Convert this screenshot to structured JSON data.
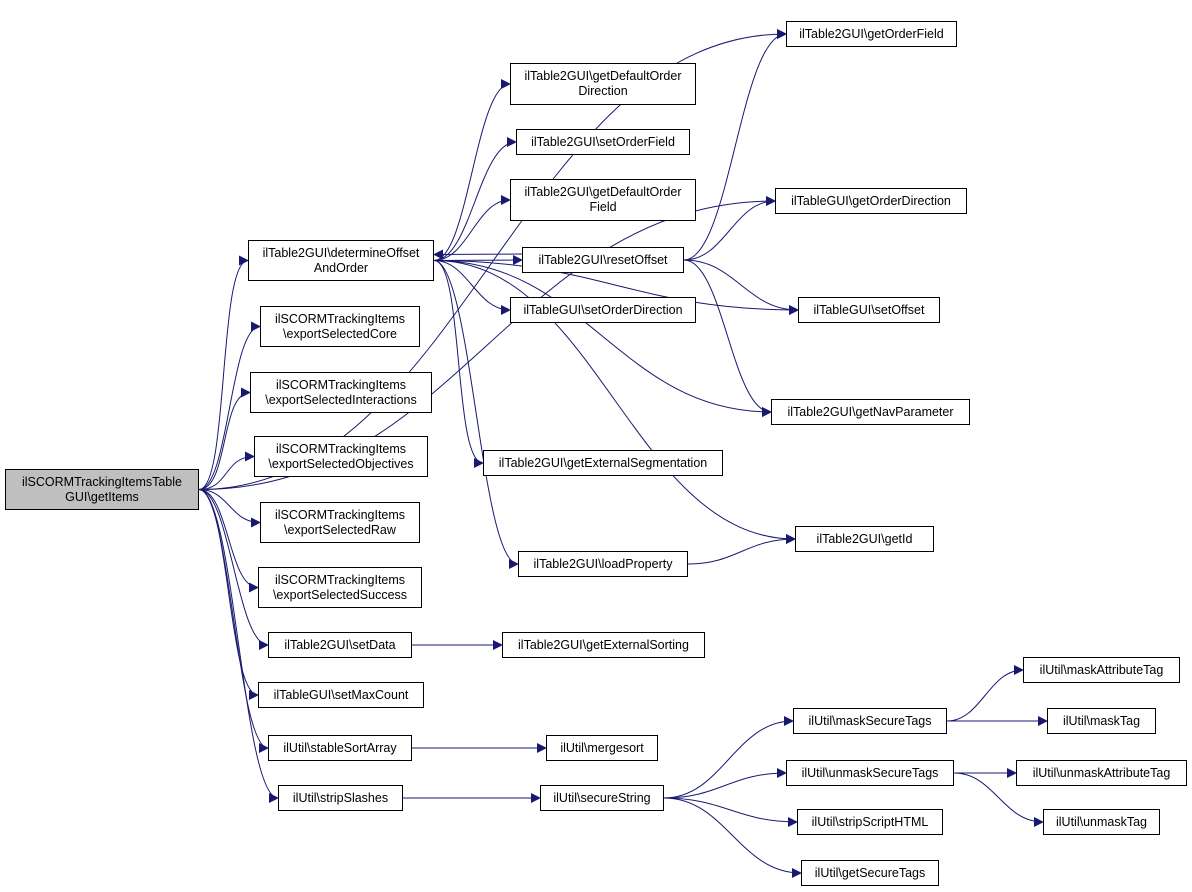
{
  "graph": {
    "edge_color": "#191970",
    "root_fill": "#bfbfbf",
    "nodes": [
      {
        "id": "root",
        "label": "ilSCORMTrackingItemsTable\nGUI\\getItems",
        "root": true
      },
      {
        "id": "getOrderField",
        "label": "ilTable2GUI\\getOrderField"
      },
      {
        "id": "getDefaultOrderDirection",
        "label": "ilTable2GUI\\getDefaultOrder\nDirection"
      },
      {
        "id": "setOrderField",
        "label": "ilTable2GUI\\setOrderField"
      },
      {
        "id": "getDefaultOrderField",
        "label": "ilTable2GUI\\getDefaultOrder\nField"
      },
      {
        "id": "getOrderDirection",
        "label": "ilTableGUI\\getOrderDirection"
      },
      {
        "id": "determineOffsetAndOrder",
        "label": "ilTable2GUI\\determineOffset\nAndOrder"
      },
      {
        "id": "resetOffset",
        "label": "ilTable2GUI\\resetOffset"
      },
      {
        "id": "setOrderDirection",
        "label": "ilTableGUI\\setOrderDirection"
      },
      {
        "id": "setOffset",
        "label": "ilTableGUI\\setOffset"
      },
      {
        "id": "exportSelectedCore",
        "label": "ilSCORMTrackingItems\n\\exportSelectedCore"
      },
      {
        "id": "exportSelectedInteractions",
        "label": "ilSCORMTrackingItems\n\\exportSelectedInteractions"
      },
      {
        "id": "getNavParameter",
        "label": "ilTable2GUI\\getNavParameter"
      },
      {
        "id": "exportSelectedObjectives",
        "label": "ilSCORMTrackingItems\n\\exportSelectedObjectives"
      },
      {
        "id": "getExternalSegmentation",
        "label": "ilTable2GUI\\getExternalSegmentation"
      },
      {
        "id": "exportSelectedRaw",
        "label": "ilSCORMTrackingItems\n\\exportSelectedRaw"
      },
      {
        "id": "getId",
        "label": "ilTable2GUI\\getId"
      },
      {
        "id": "loadProperty",
        "label": "ilTable2GUI\\loadProperty"
      },
      {
        "id": "exportSelectedSuccess",
        "label": "ilSCORMTrackingItems\n\\exportSelectedSuccess"
      },
      {
        "id": "setData",
        "label": "ilTable2GUI\\setData"
      },
      {
        "id": "getExternalSorting",
        "label": "ilTable2GUI\\getExternalSorting"
      },
      {
        "id": "maskAttributeTag",
        "label": "ilUtil\\maskAttributeTag"
      },
      {
        "id": "setMaxCount",
        "label": "ilTableGUI\\setMaxCount"
      },
      {
        "id": "maskSecureTags",
        "label": "ilUtil\\maskSecureTags"
      },
      {
        "id": "maskTag",
        "label": "ilUtil\\maskTag"
      },
      {
        "id": "stableSortArray",
        "label": "ilUtil\\stableSortArray"
      },
      {
        "id": "mergesort",
        "label": "ilUtil\\mergesort"
      },
      {
        "id": "unmaskSecureTags",
        "label": "ilUtil\\unmaskSecureTags"
      },
      {
        "id": "unmaskAttributeTag",
        "label": "ilUtil\\unmaskAttributeTag"
      },
      {
        "id": "stripSlashes",
        "label": "ilUtil\\stripSlashes"
      },
      {
        "id": "secureString",
        "label": "ilUtil\\secureString"
      },
      {
        "id": "stripScriptHTML",
        "label": "ilUtil\\stripScriptHTML"
      },
      {
        "id": "unmaskTag",
        "label": "ilUtil\\unmaskTag"
      },
      {
        "id": "getSecureTags",
        "label": "ilUtil\\getSecureTags"
      }
    ],
    "edges": [
      {
        "from": "root",
        "to": "getOrderField"
      },
      {
        "from": "root",
        "to": "getOrderDirection"
      },
      {
        "from": "root",
        "to": "determineOffsetAndOrder"
      },
      {
        "from": "root",
        "to": "exportSelectedCore"
      },
      {
        "from": "root",
        "to": "exportSelectedInteractions"
      },
      {
        "from": "root",
        "to": "exportSelectedObjectives"
      },
      {
        "from": "root",
        "to": "exportSelectedRaw"
      },
      {
        "from": "root",
        "to": "exportSelectedSuccess"
      },
      {
        "from": "root",
        "to": "setData"
      },
      {
        "from": "root",
        "to": "setMaxCount"
      },
      {
        "from": "root",
        "to": "stableSortArray"
      },
      {
        "from": "root",
        "to": "stripSlashes"
      },
      {
        "from": "determineOffsetAndOrder",
        "to": "getDefaultOrderDirection"
      },
      {
        "from": "determineOffsetAndOrder",
        "to": "setOrderField"
      },
      {
        "from": "determineOffsetAndOrder",
        "to": "getDefaultOrderField"
      },
      {
        "from": "determineOffsetAndOrder",
        "to": "resetOffset"
      },
      {
        "from": "determineOffsetAndOrder",
        "to": "setOrderDirection"
      },
      {
        "from": "determineOffsetAndOrder",
        "to": "setOffset"
      },
      {
        "from": "determineOffsetAndOrder",
        "to": "getNavParameter"
      },
      {
        "from": "determineOffsetAndOrder",
        "to": "getExternalSegmentation"
      },
      {
        "from": "determineOffsetAndOrder",
        "to": "getId"
      },
      {
        "from": "determineOffsetAndOrder",
        "to": "loadProperty"
      },
      {
        "from": "resetOffset",
        "to": "determineOffsetAndOrder"
      },
      {
        "from": "resetOffset",
        "to": "getOrderField"
      },
      {
        "from": "resetOffset",
        "to": "getOrderDirection"
      },
      {
        "from": "resetOffset",
        "to": "setOffset"
      },
      {
        "from": "resetOffset",
        "to": "getNavParameter"
      },
      {
        "from": "loadProperty",
        "to": "getId"
      },
      {
        "from": "setData",
        "to": "getExternalSorting"
      },
      {
        "from": "stableSortArray",
        "to": "mergesort"
      },
      {
        "from": "stripSlashes",
        "to": "secureString"
      },
      {
        "from": "secureString",
        "to": "maskSecureTags"
      },
      {
        "from": "secureString",
        "to": "unmaskSecureTags"
      },
      {
        "from": "secureString",
        "to": "stripScriptHTML"
      },
      {
        "from": "secureString",
        "to": "getSecureTags"
      },
      {
        "from": "maskSecureTags",
        "to": "maskAttributeTag"
      },
      {
        "from": "maskSecureTags",
        "to": "maskTag"
      },
      {
        "from": "unmaskSecureTags",
        "to": "unmaskAttributeTag"
      },
      {
        "from": "unmaskSecureTags",
        "to": "unmaskTag"
      }
    ]
  }
}
